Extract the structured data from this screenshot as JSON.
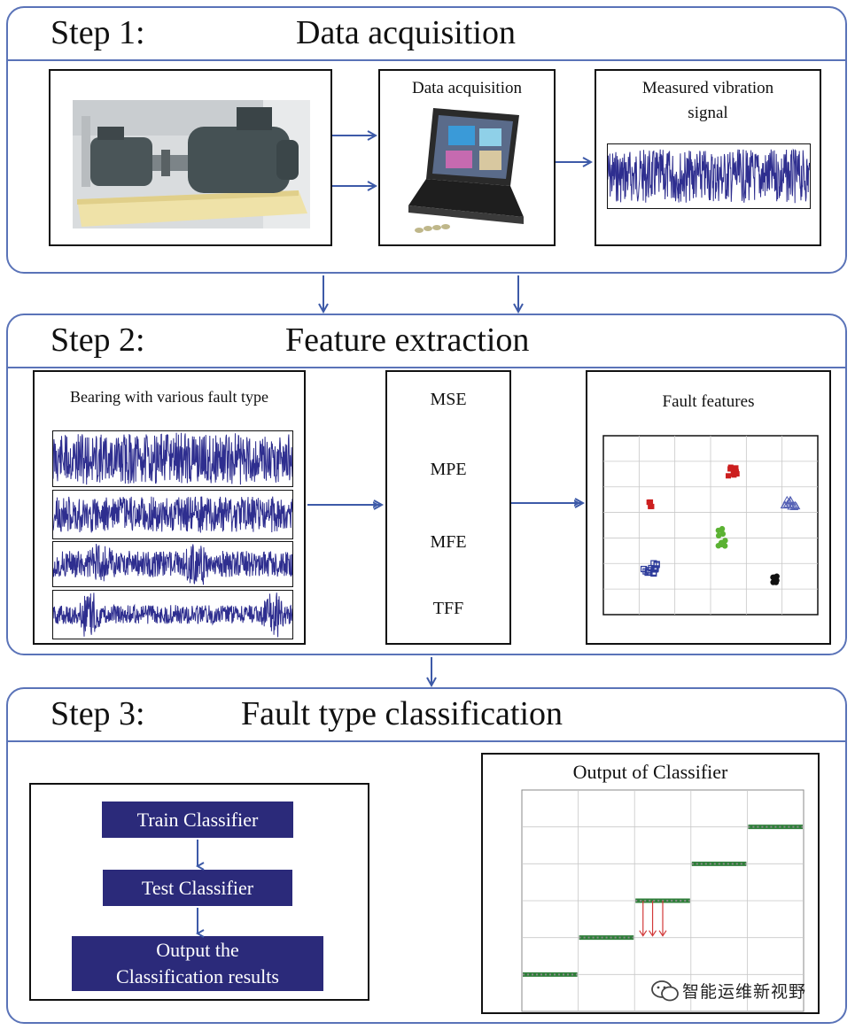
{
  "step1": {
    "step_label": "Step 1:",
    "title": "Data acquisition",
    "acquisition_label": "Data acquisition",
    "signal_label_line1": "Measured vibration",
    "signal_label_line2": "signal"
  },
  "step2": {
    "step_label": "Step 2:",
    "title": "Feature extraction",
    "bearing_label": "Bearing with various fault type",
    "features": [
      "MSE",
      "MPE",
      "MFE",
      "TFF"
    ],
    "fault_features_label": "Fault features"
  },
  "step3": {
    "step_label": "Step 3:",
    "title": "Fault type classification",
    "train_label": "Train Classifier",
    "test_label": "Test Classifier",
    "output_line1": "Output the",
    "output_line2": "Classification results",
    "classifier_output_label": "Output of Classifier"
  },
  "watermark": "智能运维新视野",
  "colors": {
    "frame": "#5a73b8",
    "arrow": "#3d5aa8",
    "signal": "#2e2e8f",
    "button": "#2b2a7a",
    "cluster_red": "#cc1f1f",
    "cluster_green": "#5bb233",
    "cluster_black": "#111111",
    "cluster_blue": "#2c3a9a",
    "cluster_purple": "#5561b5"
  },
  "icons": [
    "test-rig-photo",
    "laptop-icon",
    "wechat-icon"
  ]
}
